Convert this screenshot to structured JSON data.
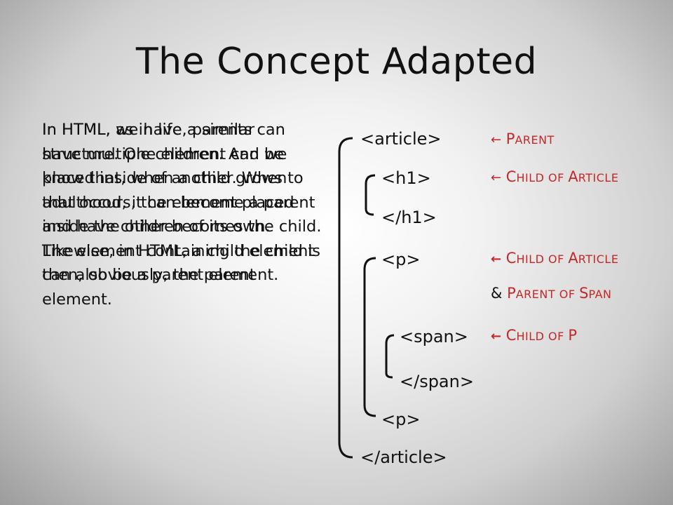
{
  "slide": {
    "title": "The Concept Adapted",
    "paragraph_a": "In HTML, as in life, parents can have multiple children. And we know that, when a child grows to adulthood, it can become a parent and have children of its own. Likewise, in HTML, a child element can also be a parent element.",
    "paragraph_b": "In HTML, we have a similar structure. One element can be placed inside of another. When that occurs, the element placed inside the other becomes the child. The element containing the child is then, obviously, the parent element."
  },
  "tree": {
    "article_open": "<article>",
    "h1_open": "<h1>",
    "h1_close": "</h1>",
    "p_open": "<p>",
    "span_open": "<span>",
    "span_close": "</span>",
    "p_close": "<p>",
    "article_close": "</article>"
  },
  "annotations": {
    "arrow": "←",
    "parent": {
      "first": "P",
      "rest": "ARENT"
    },
    "child_of_article_1": {
      "c": "C",
      "hild": "HILD OF ",
      "a": "A",
      "rticle": "RTICLE"
    },
    "child_of_article_2": {
      "c": "C",
      "hild": "HILD OF ",
      "a": "A",
      "rticle": "RTICLE"
    },
    "parent_of_span": {
      "amp": "& ",
      "p": "P",
      "arent": "ARENT OF ",
      "s": "S",
      "pan": "PAN"
    },
    "child_of_p": {
      "c": "C",
      "hild": "HILD OF ",
      "p": "P"
    }
  },
  "colors": {
    "accent": "#c62828",
    "text": "#111111"
  }
}
